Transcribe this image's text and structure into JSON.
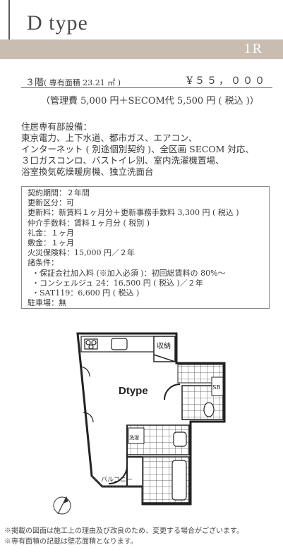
{
  "header": {
    "title": "D type",
    "layout": "1R"
  },
  "rent": {
    "floor": "３階",
    "area": "( 専有面積 23.21 ㎡ )",
    "price": "¥５５，０００",
    "fees": "（管理費 5,000 円＋SECOM代 5,500 円 ( 税込 )）"
  },
  "equipment": {
    "heading": "住居専有部設備：",
    "lines": [
      "東京電力、上下水道、都市ガス、エアコン、",
      "インターネット ( 別途個別契約 )、全区画 SECOM 対応、",
      "３口ガスコンロ、バストイレ別、室内洗濯機置場、",
      "浴室換気乾燥暖房機、独立洗面台"
    ]
  },
  "contract": {
    "lines": [
      "契約期間：２年間",
      "更新区分：可",
      "更新料：新賃料１ヶ月分＋更新事務手数料 3,300 円 ( 税込 )",
      "仲介手数料：賃料１ヶ月分 ( 税別 )",
      "礼金：１ヶ月",
      "敷金：１ヶ月",
      "火災保険料：15,000 円／２年",
      "諸条件：",
      "・保証会社加入料 (※加入必須 )：初回総賃料の 80%～",
      "・コンシェルジュ 24：16,500 円 ( 税込 )／２年",
      "・SAT119：6,600 円 ( 税込 )",
      "駐車場：無"
    ]
  },
  "floorplan": {
    "label": "Dtype",
    "storage": "収納",
    "sb": "SB",
    "laundry": "洗濯",
    "balcony": "バルコニー"
  },
  "notes": [
    "※掲載の図面は施工上の理由及び改良のため、変更する場合がございます。",
    "※専有面積の記載は壁芯面積となります。"
  ]
}
